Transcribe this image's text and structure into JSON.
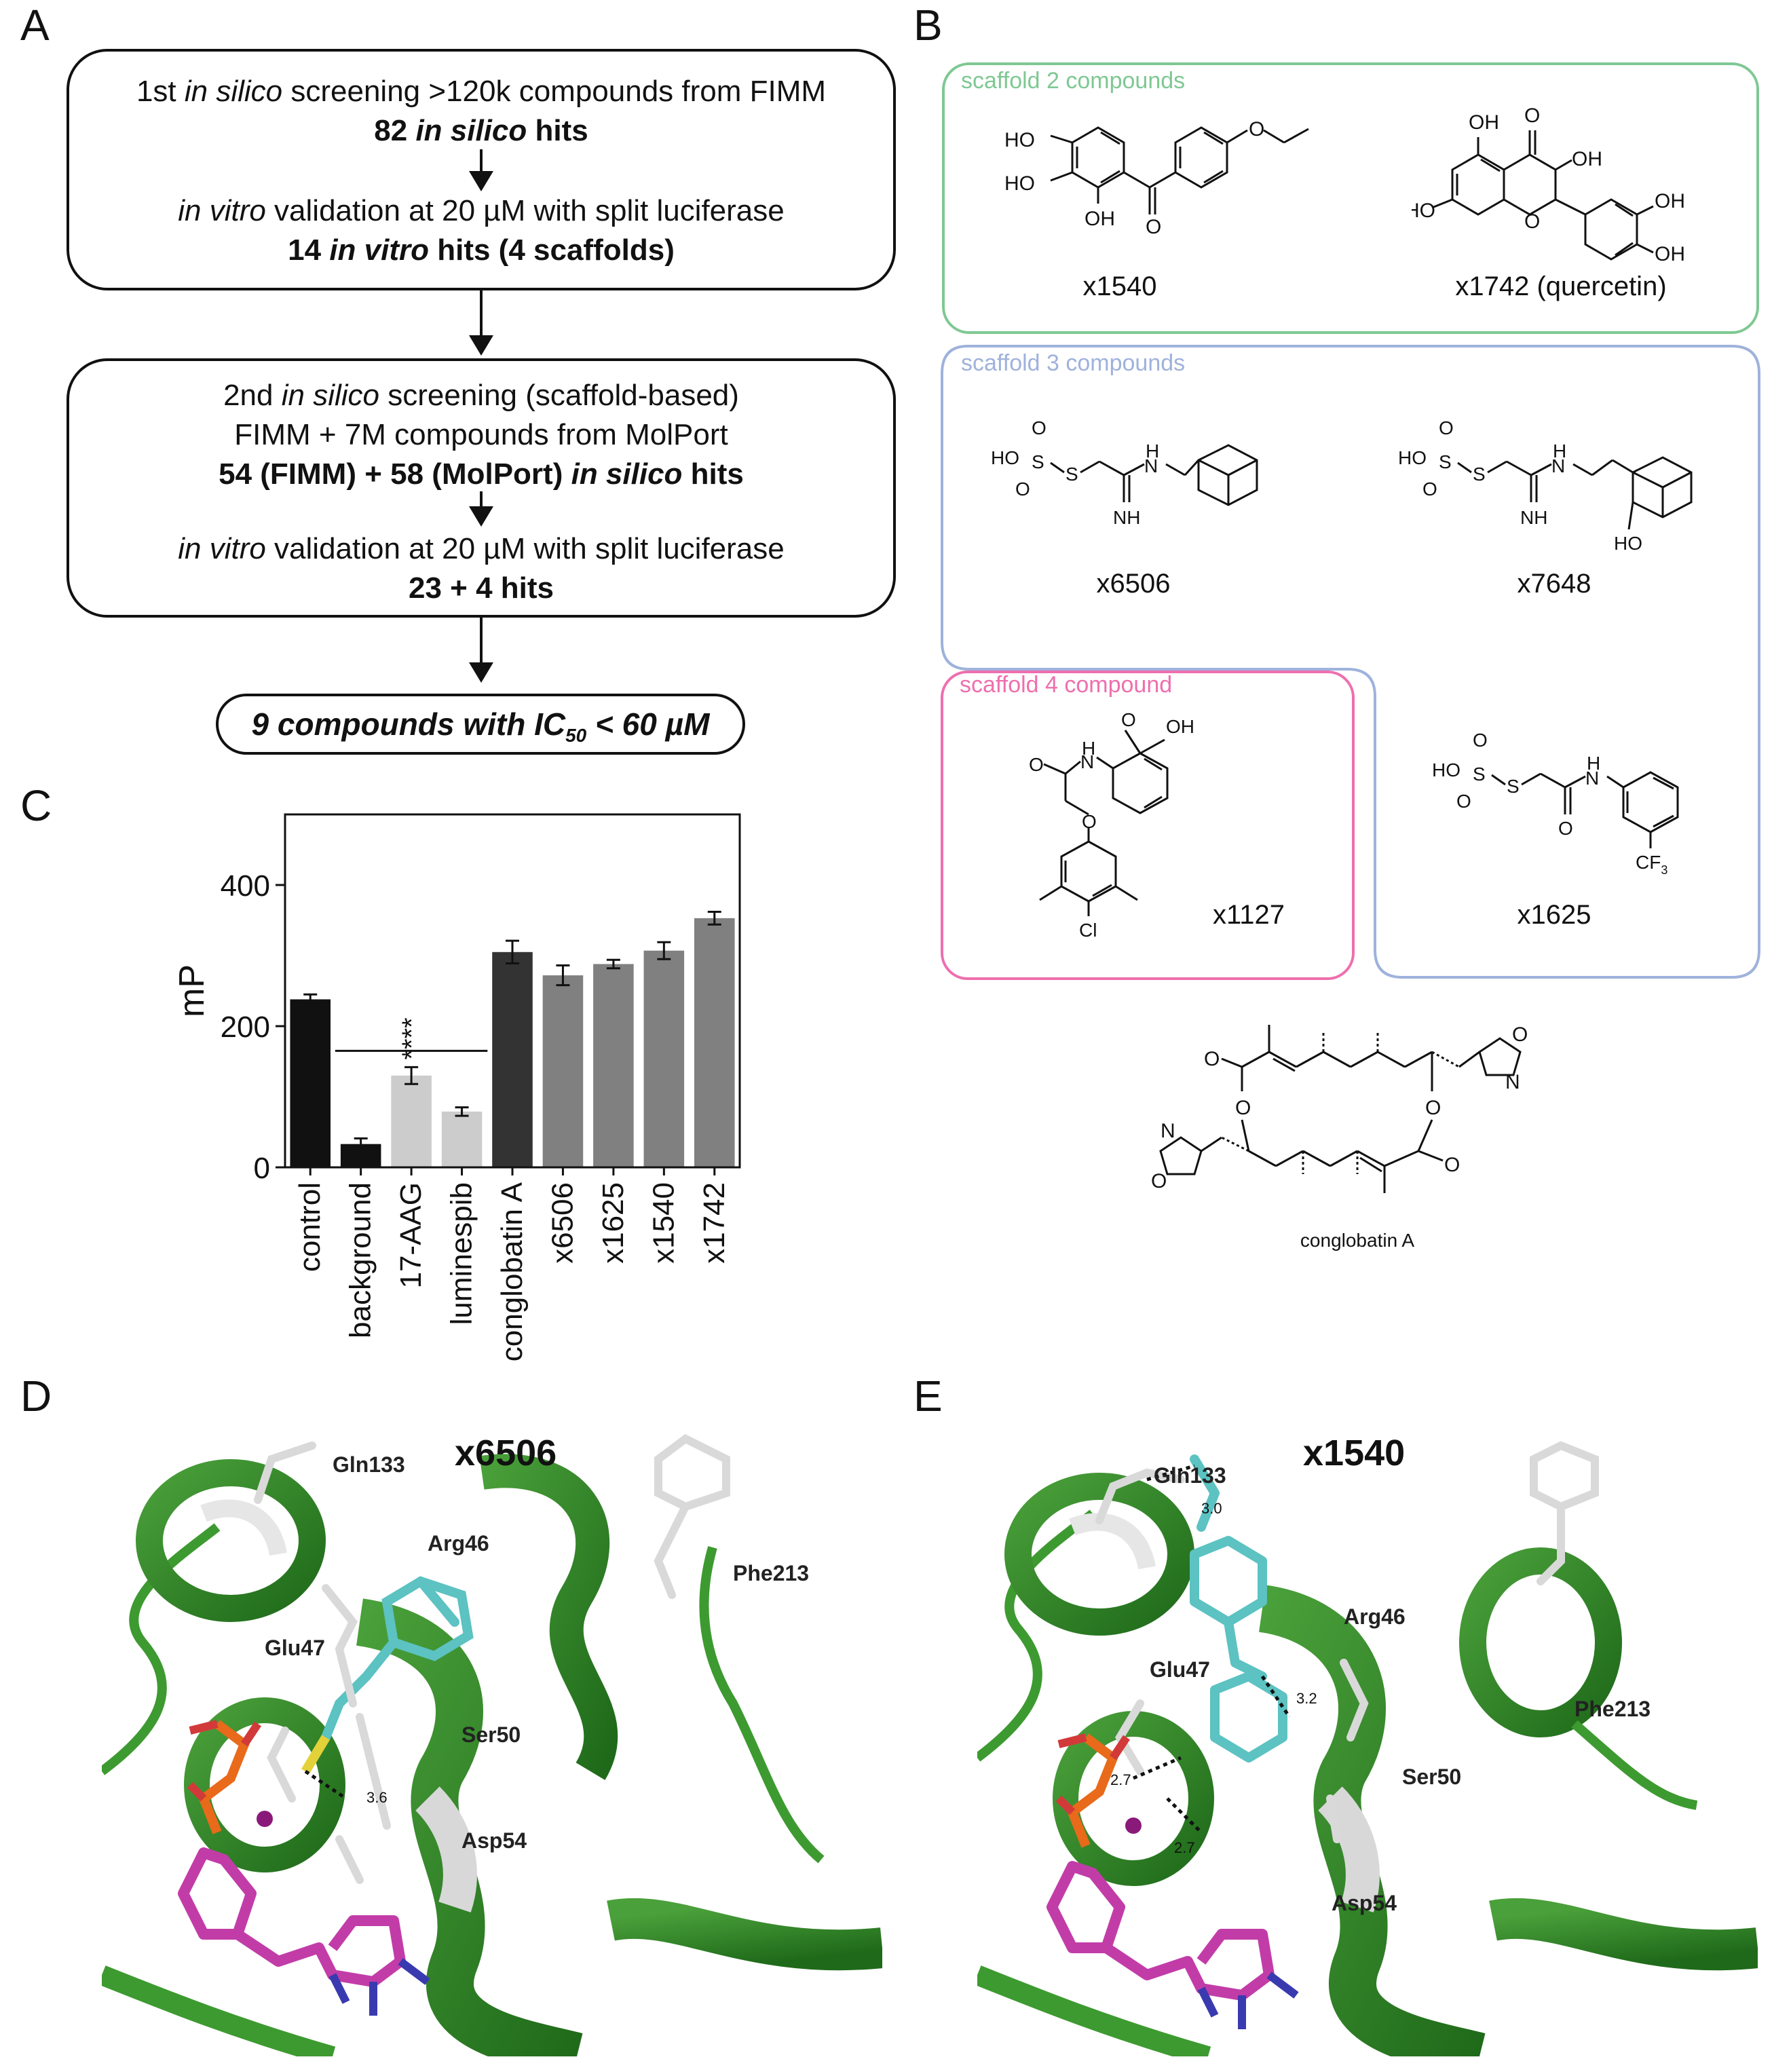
{
  "panels": {
    "a": "A",
    "b": "B",
    "c": "C",
    "d": "D",
    "e": "E"
  },
  "flow": {
    "box1": {
      "line1_pre": "1st ",
      "line1_italic": "in silico",
      "line1_post": " screening >120k compounds from FIMM",
      "line2_num": "82 ",
      "line2_italic": "in silico",
      "line2_post": " hits",
      "line3_italic": "in vitro",
      "line3_post": " validation at 20 µM with split luciferase",
      "line4_num": "14 ",
      "line4_italic": "in vitro",
      "line4_post": " hits (4 scaffolds)"
    },
    "box2": {
      "line1_pre": "2nd ",
      "line1_italic": "in silico",
      "line1_post": " screening (scaffold-based)",
      "line2": "FIMM + 7M compounds from MolPort",
      "line3_pre": "54 (FIMM) + 58 (MolPort) ",
      "line3_italic": "in silico",
      "line3_post": " hits",
      "line4_italic": "in vitro",
      "line4_post": " validation at 20 µM with split luciferase",
      "line5": "23 + 4 hits"
    },
    "final": {
      "pre": "9 compounds with IC",
      "sub": "50",
      "post": " < 60 µM"
    }
  },
  "scaffolds": {
    "s2": {
      "title": "scaffold 2 compounds",
      "color": "#7fc893"
    },
    "s3": {
      "title": "scaffold 3 compounds",
      "color": "#9fb2dc"
    },
    "s4": {
      "title": "scaffold 4 compound",
      "color": "#ee6fae"
    }
  },
  "compounds": {
    "x1540": "x1540",
    "x1742": "x1742 (quercetin)",
    "x6506": "x6506",
    "x7648": "x7648",
    "x1127": "x1127",
    "x1625": "x1625",
    "conglobatin": "conglobatin A"
  },
  "atoms": {
    "ho": "HO",
    "oh": "OH",
    "o": "O",
    "nh": "NH",
    "h": "H",
    "n": "N",
    "s": "S",
    "cl": "Cl",
    "cf3": "CF",
    "cf3_sub": "3"
  },
  "chart_data": {
    "type": "bar",
    "ylabel": "mP",
    "ylim": [
      0,
      500
    ],
    "yticks": [
      0,
      200,
      400
    ],
    "categories": [
      "control",
      "background",
      "17-AAG",
      "luminespib",
      "conglobatin A",
      "x6506",
      "x1625",
      "x1540",
      "x1742"
    ],
    "values": [
      238,
      33,
      130,
      79,
      305,
      272,
      288,
      307,
      353
    ],
    "errors": [
      7,
      8,
      12,
      6,
      16,
      14,
      6,
      12,
      9
    ],
    "colors": [
      "#111111",
      "#111111",
      "#cccccc",
      "#cccccc",
      "#333333",
      "#808080",
      "#808080",
      "#808080",
      "#808080"
    ],
    "annotation": {
      "text": "****",
      "from": 1,
      "to": 3,
      "y": 165
    },
    "grid": false
  },
  "structD": {
    "title": "x6506",
    "residues": [
      "Gln133",
      "Arg46",
      "Phe213",
      "Glu47",
      "Ser50",
      "Asp54"
    ],
    "distances": [
      "3.6"
    ]
  },
  "structE": {
    "title": "x1540",
    "residues": [
      "Gln133",
      "Arg46",
      "Phe213",
      "Glu47",
      "Ser50",
      "Asp54"
    ],
    "distances": [
      "3.0",
      "3.2",
      "2.7",
      "2.7"
    ]
  }
}
